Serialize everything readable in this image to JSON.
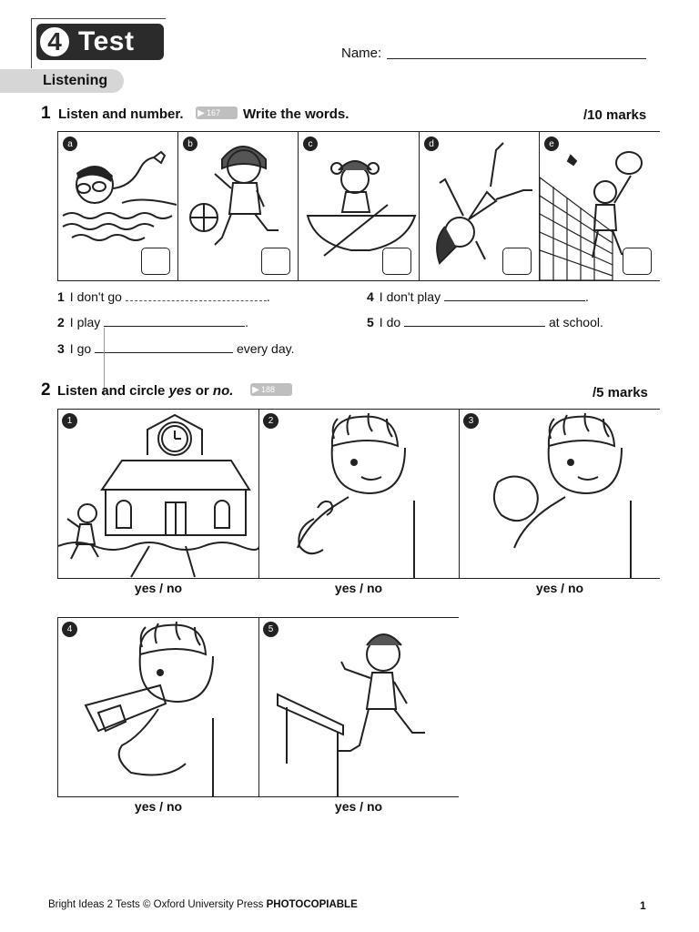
{
  "header": {
    "unit_number": "4",
    "title": "Test",
    "name_label": "Name:",
    "section": "Listening"
  },
  "ex1": {
    "number": "1",
    "instruction_a": "Listen and number.",
    "audio_track": "167",
    "instruction_b": "Write the words.",
    "marks": "/10 marks",
    "panels": [
      "a",
      "b",
      "c",
      "d",
      "e"
    ],
    "sentences": [
      {
        "num": "1",
        "before": "I don't go",
        "after": "."
      },
      {
        "num": "2",
        "before": "I play",
        "after": "."
      },
      {
        "num": "3",
        "before": "I go",
        "after": "every day."
      },
      {
        "num": "4",
        "before": "I don't play",
        "after": "."
      },
      {
        "num": "5",
        "before": "I do",
        "after": "at school."
      }
    ]
  },
  "ex2": {
    "number": "2",
    "instruction_a": "Listen and circle",
    "yes_word": "yes",
    "or_word": "or",
    "no_word": "no.",
    "audio_track": "188",
    "marks": "/5 marks",
    "pictures": [
      "1",
      "2",
      "3",
      "4",
      "5"
    ],
    "answer_label": "yes / no"
  },
  "footer": {
    "text": "Bright Ideas 2 Tests © Oxford University Press",
    "photocopiable": "PHOTOCOPIABLE",
    "page": "1"
  }
}
